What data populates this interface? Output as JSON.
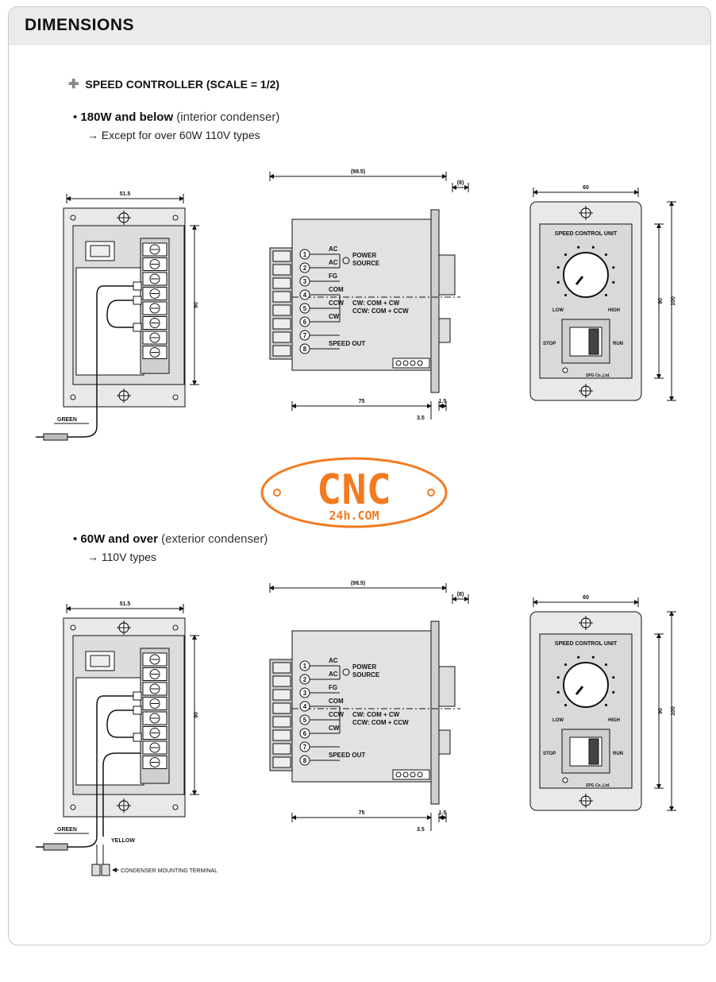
{
  "header": {
    "title": "DIMENSIONS"
  },
  "section": {
    "title": "SPEED CONTROLLER (SCALE = 1/2)"
  },
  "variant1": {
    "title": "180W and below",
    "subtitle": "(interior condenser)",
    "note": "Except for over 60W 110V types"
  },
  "variant2": {
    "title": "60W and over",
    "subtitle": "(exterior condenser)",
    "note": "110V types"
  },
  "drawings": {
    "rear": {
      "width": "51.5",
      "height": "90",
      "green": "GREEN",
      "yellow": "YELLOW",
      "condenser": "CONDENSER MOUNTING TERMINAL"
    },
    "side": {
      "depth": "(98.5)",
      "lip": "(8)",
      "body": "75",
      "t1": "1.5",
      "t2": "3.5",
      "terminals": [
        {
          "num": "1",
          "label": "AC"
        },
        {
          "num": "2",
          "label": "AC"
        },
        {
          "num": "3",
          "label": "FG"
        },
        {
          "num": "4",
          "label": "COM"
        },
        {
          "num": "5",
          "label": "CCW"
        },
        {
          "num": "6",
          "label": "CW"
        },
        {
          "num": "7",
          "label": ""
        },
        {
          "num": "8",
          "label": "SPEED OUT"
        }
      ],
      "power_source": "POWER\nSOURCE",
      "cw_rule": "CW: COM + CW",
      "ccw_rule": "CCW: COM + CCW"
    },
    "front": {
      "width": "60",
      "h1": "90",
      "h2": "100",
      "unit_label": "SPEED CONTROL UNIT",
      "low": "LOW",
      "high": "HIGH",
      "stop": "STOP",
      "run": "RUN",
      "maker": "SPG Co.,Ltd."
    }
  },
  "logo": {
    "text": "CNC",
    "sub": "24h.COM",
    "color": "#f47a20"
  }
}
